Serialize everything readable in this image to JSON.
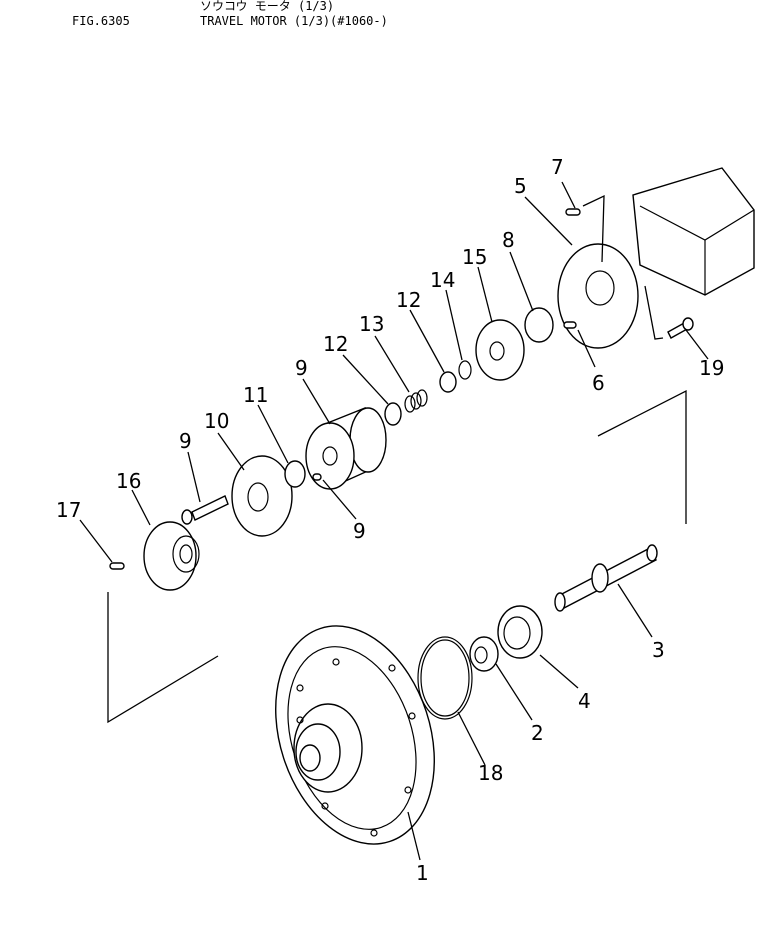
{
  "header": {
    "fig_code": "FIG.6305",
    "title_jp": "ソウコウ モータ (1/3)",
    "title_en": "TRAVEL MOTOR (1/3)(#1060-)"
  },
  "parts": [
    {
      "id": "part-1",
      "label": "1"
    },
    {
      "id": "part-2",
      "label": "2"
    },
    {
      "id": "part-3",
      "label": "3"
    },
    {
      "id": "part-4",
      "label": "4"
    },
    {
      "id": "part-5",
      "label": "5"
    },
    {
      "id": "part-6",
      "label": "6"
    },
    {
      "id": "part-7",
      "label": "7"
    },
    {
      "id": "part-8",
      "label": "8"
    },
    {
      "id": "part-9a",
      "label": "9"
    },
    {
      "id": "part-9b",
      "label": "9"
    },
    {
      "id": "part-9c",
      "label": "9"
    },
    {
      "id": "part-10",
      "label": "10"
    },
    {
      "id": "part-11",
      "label": "11"
    },
    {
      "id": "part-12a",
      "label": "12"
    },
    {
      "id": "part-12b",
      "label": "12"
    },
    {
      "id": "part-13",
      "label": "13"
    },
    {
      "id": "part-14",
      "label": "14"
    },
    {
      "id": "part-15",
      "label": "15"
    },
    {
      "id": "part-16",
      "label": "16"
    },
    {
      "id": "part-17",
      "label": "17"
    },
    {
      "id": "part-18",
      "label": "18"
    },
    {
      "id": "part-19",
      "label": "19"
    }
  ]
}
